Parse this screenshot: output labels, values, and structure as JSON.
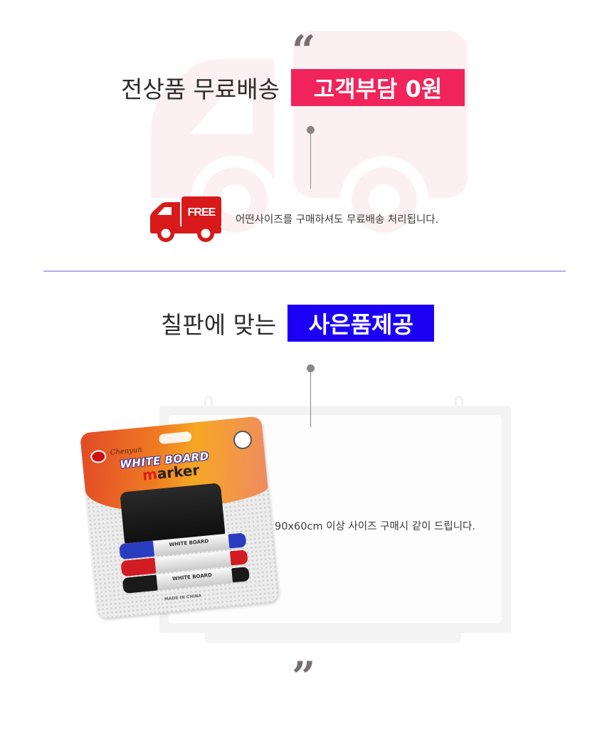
{
  "colors": {
    "free_shipping_highlight": "#f0245a",
    "gift_highlight": "#1c00f5",
    "free_icon_red": "#d81919",
    "divider": "#b3b0e4",
    "bg_truck": "#fdf0f1",
    "quote": "#787070"
  },
  "shipping_section": {
    "open_quote": "“",
    "title_plain": "전상품 무료배송",
    "title_highlight": "고객부담 0원",
    "free_icon_text": "FREE",
    "caption": "어떤사이즈를 구매하셔도 무료배송 처리됩니다."
  },
  "gift_section": {
    "title_plain": "칠판에 맞는",
    "title_highlight": "사은품제공",
    "caption": "90x60cm 이상 사이즈 구매시 같이 드립니다.",
    "product": {
      "brand": "Chenyun",
      "name_line1": "WHITE BOARD",
      "name_line2_first": "m",
      "name_line2_rest": "arker",
      "marker_label": "WHITE BOARD",
      "origin": "MADE IN CHINA",
      "marker_colors": [
        "#2a3cc0",
        "#d01c22",
        "#1a1a1a"
      ]
    },
    "close_quote": "”"
  }
}
